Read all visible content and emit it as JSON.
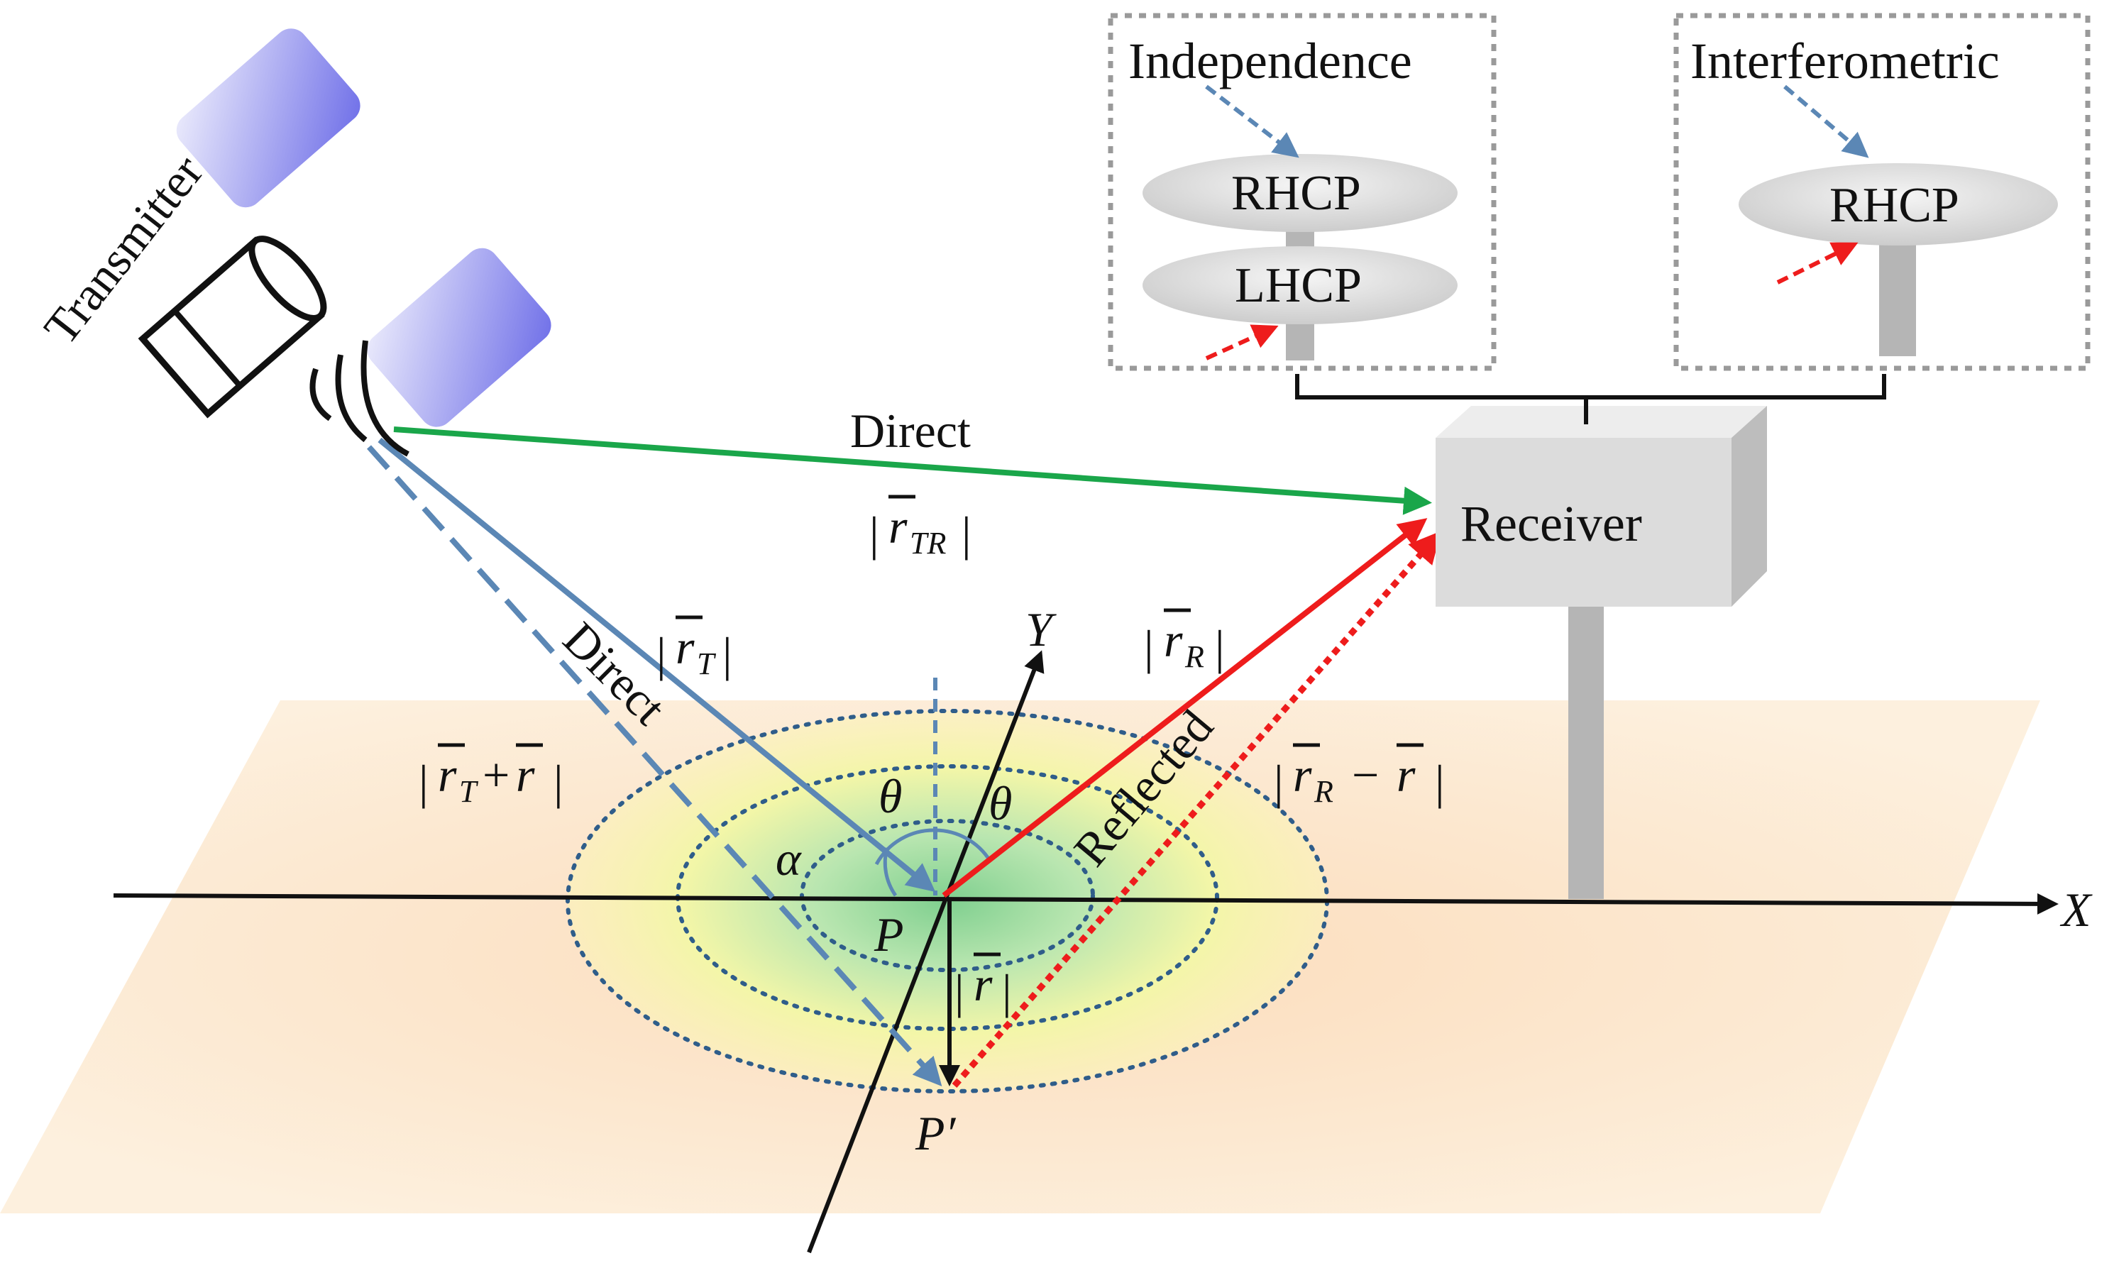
{
  "labels": {
    "transmitter": "Transmitter",
    "receiver": "Receiver",
    "direct_top": "Direct",
    "direct_diag": "Direct",
    "reflected": "Reflected",
    "independence": "Independence",
    "interferometric": "Interferometric",
    "rhcp_left": "RHCP",
    "lhcp": "LHCP",
    "rhcp_right": "RHCP",
    "axis_x": "X",
    "axis_y": "Y",
    "point_p": "P",
    "point_p_prime": "P′",
    "theta_left": "θ",
    "theta_right": "θ",
    "alpha": "α",
    "r_letter": "r",
    "sub_tr": "TR",
    "sub_t": "T",
    "sub_r": "R",
    "plus": "+",
    "minus": "−",
    "bar": "|"
  },
  "colors": {
    "direct_green": "#1aa64a",
    "direct_blue": "#5b87b5",
    "reflected_red": "#ee1c1c",
    "ground": "#fbe3c4",
    "zone_dots": "#2f5d8a",
    "receiver_box": "#dcdcdc",
    "mast": "#b5b5b5",
    "solar_panel": "#8c8cf0",
    "frame_dots": "#9a9a9a"
  },
  "icons": {
    "satellite": "satellite-icon",
    "antenna": "antenna-icon",
    "receiver": "receiver-box-icon"
  }
}
